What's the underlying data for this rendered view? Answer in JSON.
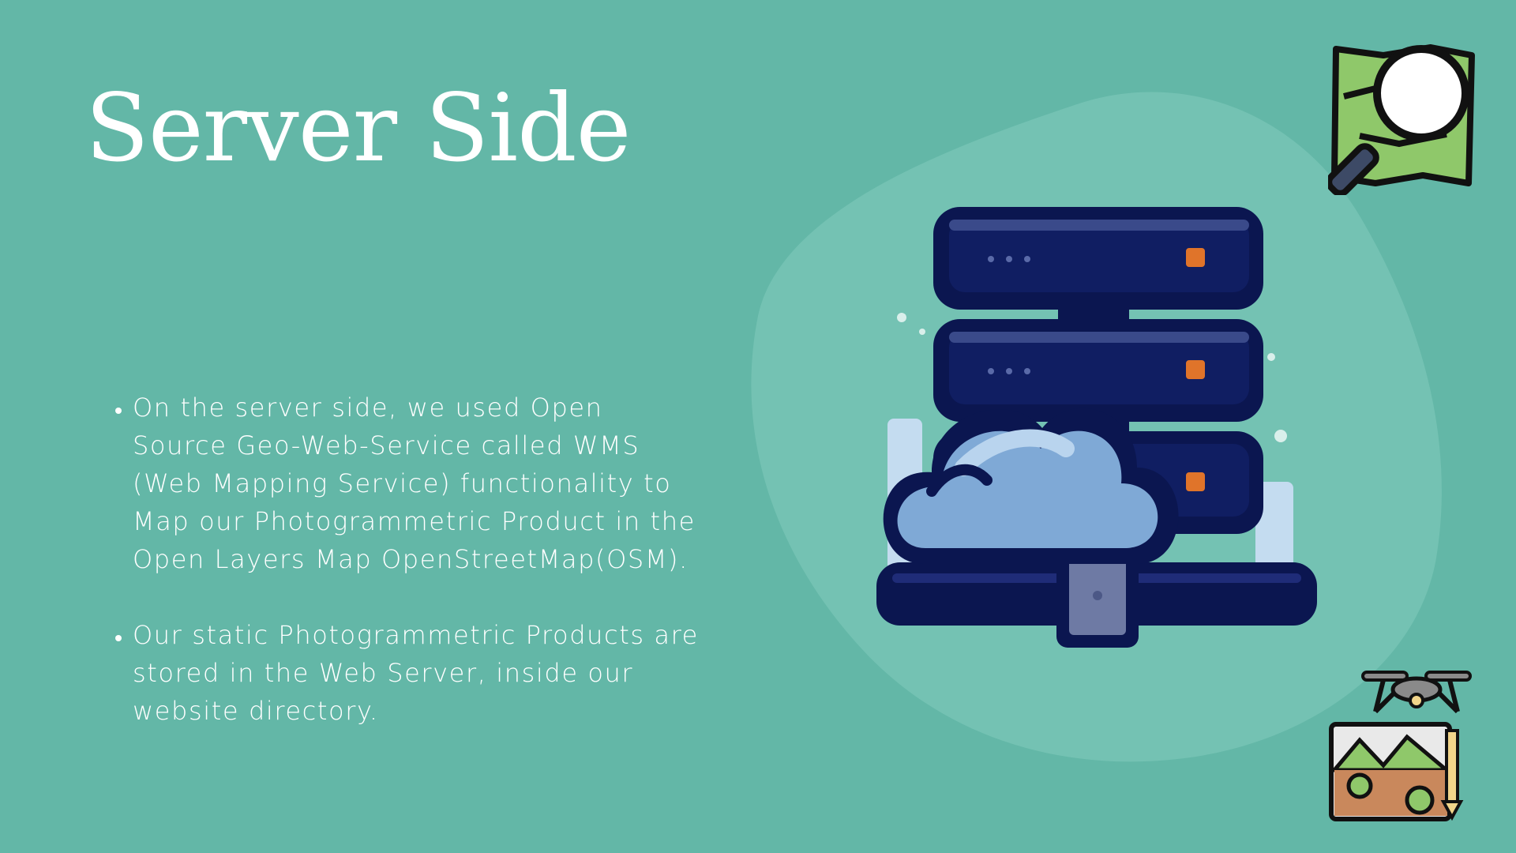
{
  "slide": {
    "title": "Server Side",
    "bullets": [
      "On the server side, we used Open Source Geo-Web-Service called WMS (Web Mapping Service) functionality to Map our Photogrammetric Product in the Open Layers Map OpenStreetMap(OSM).",
      "Our static Photogrammetric Products are stored in the Web Server, inside our website directory."
    ]
  },
  "icons": {
    "illustration": "server-cloud-icon",
    "top_right": "map-search-icon",
    "bottom_right": "drone-survey-icon"
  },
  "colors": {
    "background": "#63b7a7",
    "blob": "#74c2b3",
    "text": "#ffffff",
    "server_navy": "#0b1650",
    "server_panel": "#101e62",
    "led": "#e0742a",
    "cloud": "#7fa9d6"
  }
}
